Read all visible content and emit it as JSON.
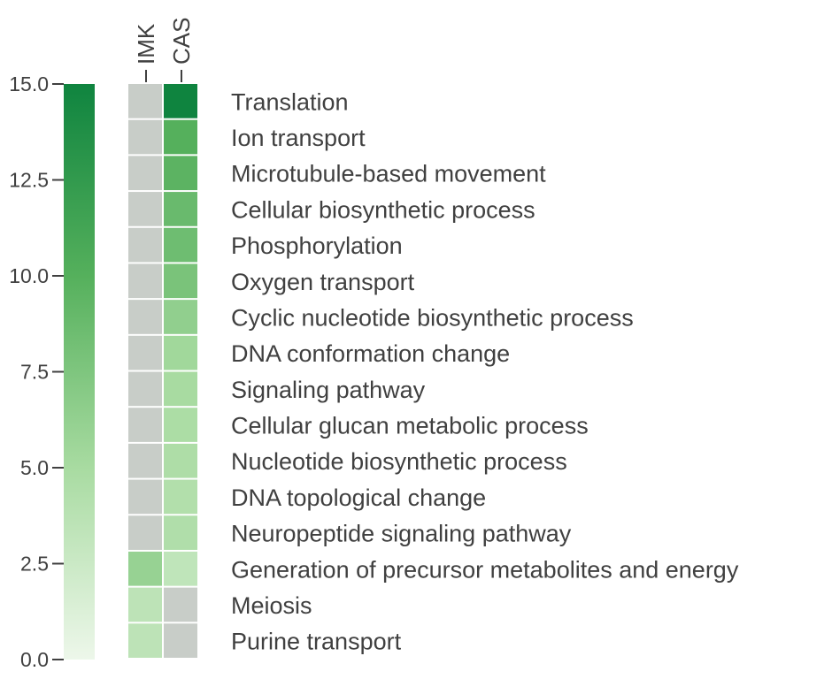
{
  "chart_data": {
    "type": "heatmap",
    "title": "",
    "xlabel": "",
    "ylabel": "",
    "columns": [
      "IMK",
      "CAS"
    ],
    "rows": [
      "Translation",
      "Ion transport",
      "Microtubule-based movement",
      "Cellular biosynthetic process",
      "Phosphorylation",
      "Oxygen transport",
      "Cyclic nucleotide biosynthetic process",
      "DNA conformation change",
      "Signaling pathway",
      "Cellular glucan metabolic process",
      "Nucleotide biosynthetic process",
      "DNA topological change",
      "Neuropeptide signaling pathway",
      "Generation of precursor metabolites and energy",
      "Meiosis",
      "Purine transport"
    ],
    "values": [
      [
        null,
        15.0
      ],
      [
        null,
        10.0
      ],
      [
        null,
        9.6
      ],
      [
        null,
        8.8
      ],
      [
        null,
        8.5
      ],
      [
        null,
        7.8
      ],
      [
        null,
        6.4
      ],
      [
        null,
        5.4
      ],
      [
        null,
        5.0
      ],
      [
        null,
        4.7
      ],
      [
        null,
        4.6
      ],
      [
        null,
        4.3
      ],
      [
        null,
        4.4
      ],
      [
        6.0,
        3.3
      ],
      [
        3.5,
        null
      ],
      [
        3.5,
        null
      ]
    ],
    "missing_color": "#c8cdc8",
    "colorbar": {
      "range": [
        0,
        15
      ],
      "ticks": [
        "0.0",
        "2.5",
        "5.0",
        "7.5",
        "10.0",
        "12.5",
        "15.0"
      ],
      "tick_values": [
        0,
        2.5,
        5,
        7.5,
        10,
        12.5,
        15
      ],
      "colors": [
        "#edf7ea",
        "#a8dba1",
        "#55b05c",
        "#0f843f"
      ]
    }
  }
}
